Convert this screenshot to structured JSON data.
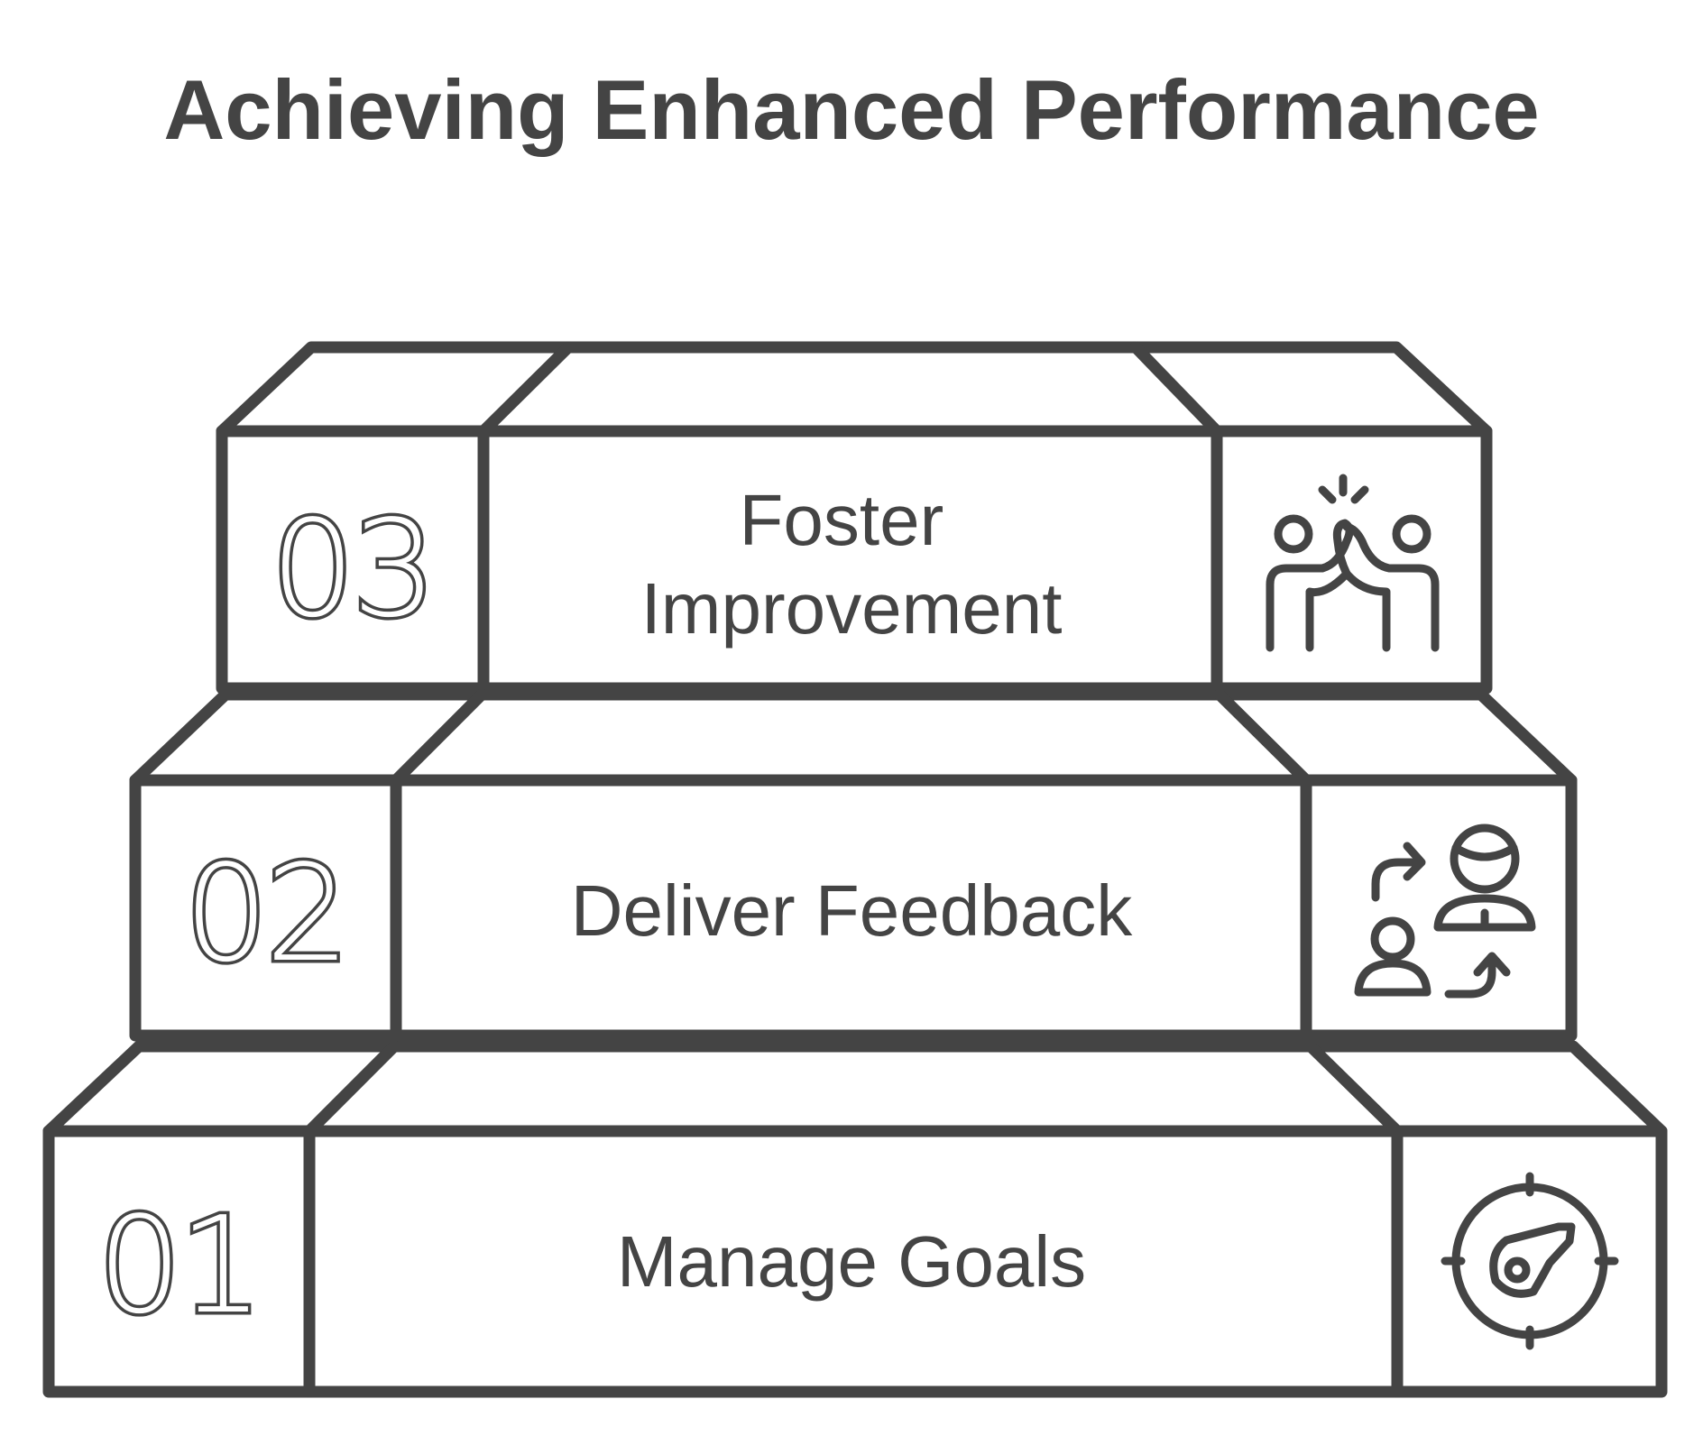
{
  "title": "Achieving Enhanced Performance",
  "steps": [
    {
      "number": "01",
      "label": "Manage Goals",
      "icon": "target-icon"
    },
    {
      "number": "02",
      "label": "Deliver Feedback",
      "icon": "feedback-exchange-icon"
    },
    {
      "number": "03",
      "label_lines": [
        "Foster",
        "Improvement"
      ],
      "icon": "high-five-icon"
    }
  ],
  "colors": {
    "stroke": "#444444",
    "background": "#ffffff"
  }
}
